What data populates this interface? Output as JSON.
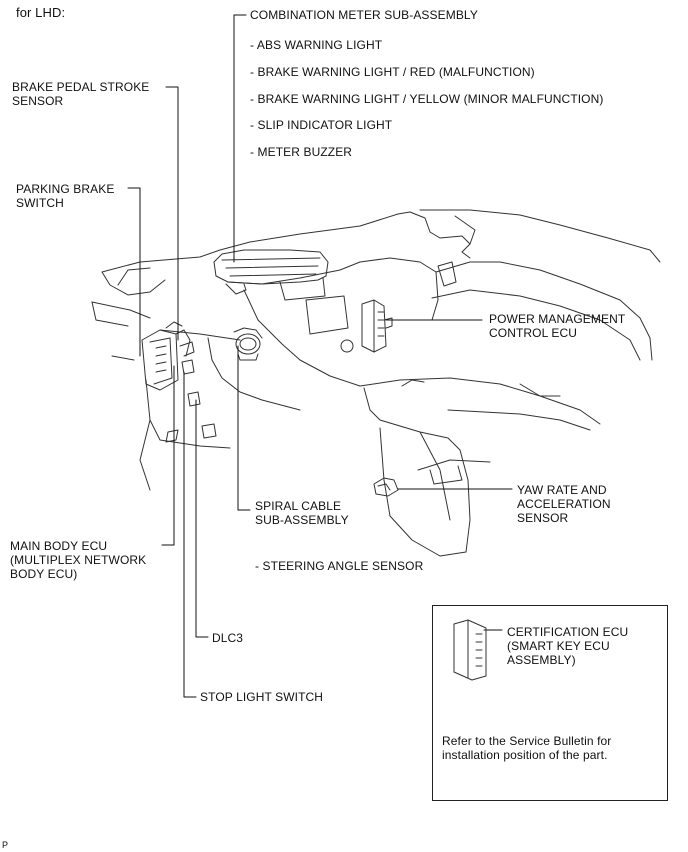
{
  "header": {
    "title": "for LHD:"
  },
  "footer": {
    "mark": "P"
  },
  "labels": {
    "combination_meter": "COMBINATION METER SUB-ASSEMBLY",
    "meter_items": [
      "- ABS WARNING LIGHT",
      "- BRAKE WARNING LIGHT / RED (MALFUNCTION)",
      "- BRAKE WARNING LIGHT / YELLOW (MINOR MALFUNCTION)",
      "- SLIP INDICATOR LIGHT",
      "- METER BUZZER"
    ],
    "brake_pedal_stroke_sensor": "BRAKE PEDAL STROKE\nSENSOR",
    "parking_brake_switch": "PARKING BRAKE\nSWITCH",
    "power_management_ecu": "POWER MANAGEMENT\nCONTROL ECU",
    "yaw_rate_sensor": "YAW RATE AND\nACCELERATION\nSENSOR",
    "spiral_cable": "SPIRAL CABLE\nSUB-ASSEMBLY",
    "steering_angle_sensor": "- STEERING ANGLE SENSOR",
    "main_body_ecu": "MAIN BODY ECU\n(MULTIPLEX NETWORK\nBODY ECU)",
    "dlc3": "DLC3",
    "stop_light_switch": "STOP LIGHT SWITCH"
  },
  "certification_box": {
    "label": "CERTIFICATION ECU\n(SMART KEY ECU\nASSEMBLY)",
    "note": "Refer to the Service Bulletin for\ninstallation position of the part."
  }
}
